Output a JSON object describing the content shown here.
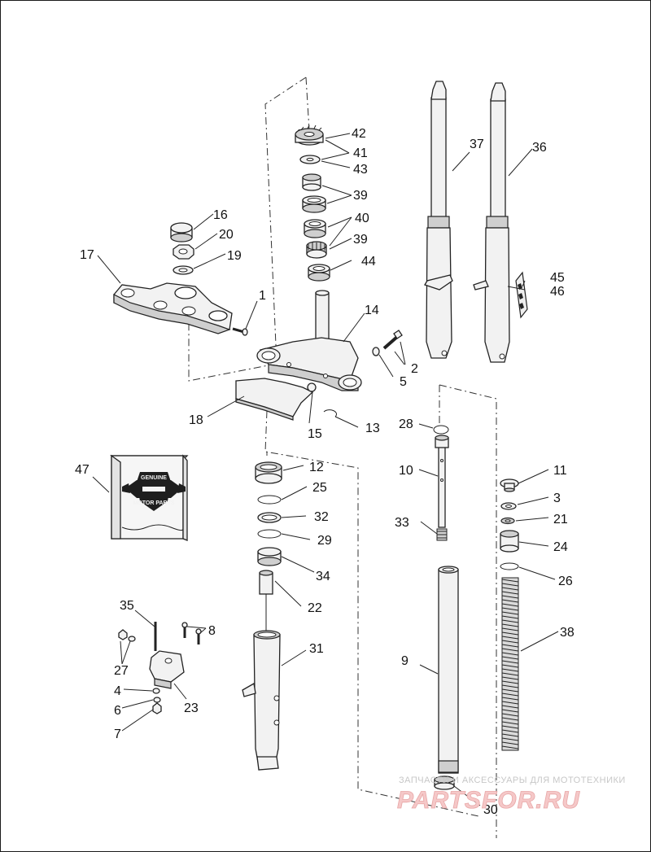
{
  "callouts": [
    "1",
    "2",
    "3",
    "4",
    "5",
    "6",
    "7",
    "8",
    "9",
    "10",
    "11",
    "12",
    "13",
    "14",
    "15",
    "16",
    "17",
    "18",
    "19",
    "20",
    "21",
    "22",
    "23",
    "24",
    "25",
    "26",
    "27",
    "28",
    "29",
    "30",
    "31",
    "32",
    "33",
    "34",
    "35",
    "36",
    "37",
    "38",
    "39",
    "39",
    "40",
    "41",
    "42",
    "43",
    "44",
    "45",
    "46",
    "47"
  ],
  "watermark": {
    "caption": "ЗАПЧАСТИ И АКСЕССУАРЫ ДЛЯ МОТОТЕХНИКИ",
    "brand": "PARTSFOR.RU"
  },
  "badge": {
    "line1": "GENUINE",
    "line2": "MOTOR PARTS"
  }
}
